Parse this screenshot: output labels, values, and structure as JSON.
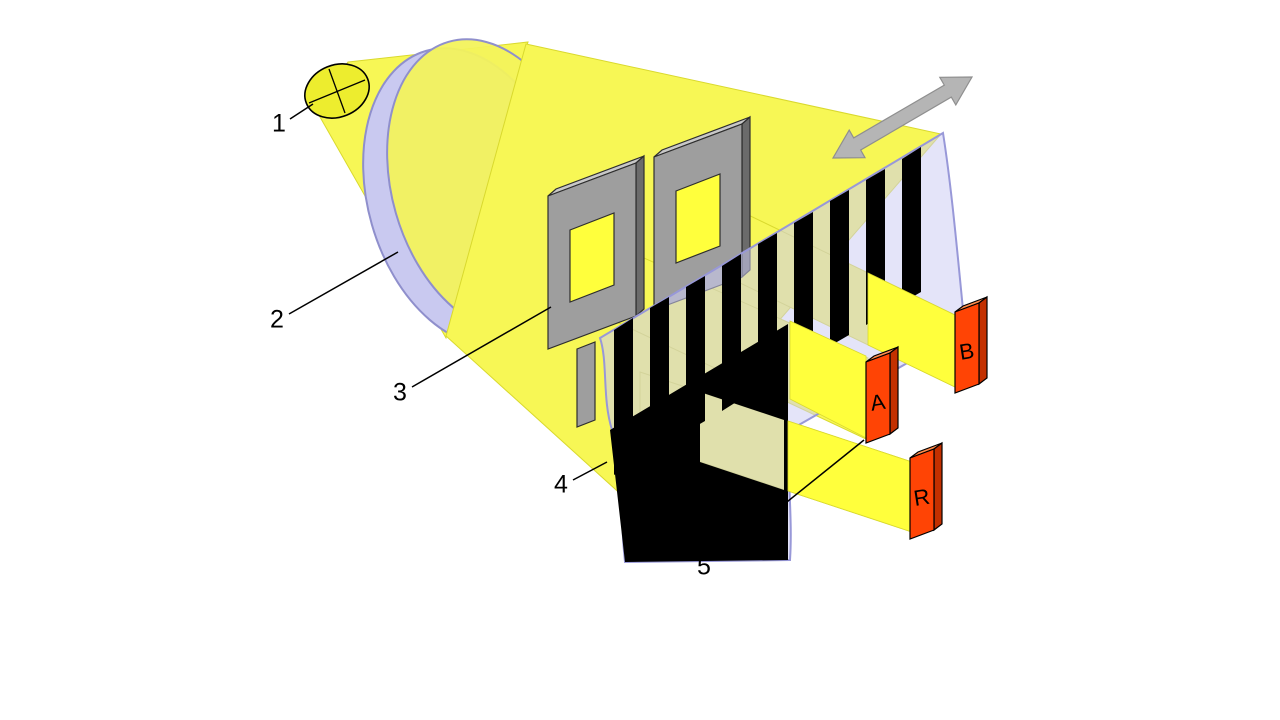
{
  "diagram": {
    "callouts": [
      {
        "number": "1"
      },
      {
        "number": "2"
      },
      {
        "number": "3"
      },
      {
        "number": "4"
      },
      {
        "number": "5"
      }
    ],
    "detectors": [
      {
        "label": "A"
      },
      {
        "label": "B"
      },
      {
        "label": "R"
      }
    ]
  },
  "colors": {
    "background": "#FFFFFF",
    "beam": "#F7F755",
    "beamBright": "#FFFF3C",
    "bulbFill": "#EDED2E",
    "coneStroke": "#D9D92E",
    "lensRim": "#C9C9F0",
    "lensRimStroke": "#8F8FCC",
    "lensFace": "#F3F35C",
    "maskFront": "#9E9E9E",
    "maskTop": "#C8C8C8",
    "maskSide": "#6B6B6B",
    "outline": "#2E2E2E",
    "scaleTint": "#CDCDF4",
    "scaleEdge": "#9898D8",
    "stripe": "#000000",
    "detectorFront": "#FF4405",
    "detectorTop": "#FF8C4D",
    "detectorSide": "#C33000",
    "arrow": "#B5B5B5",
    "arrowStroke": "#8F8F8F",
    "labelColor": "#000000"
  }
}
